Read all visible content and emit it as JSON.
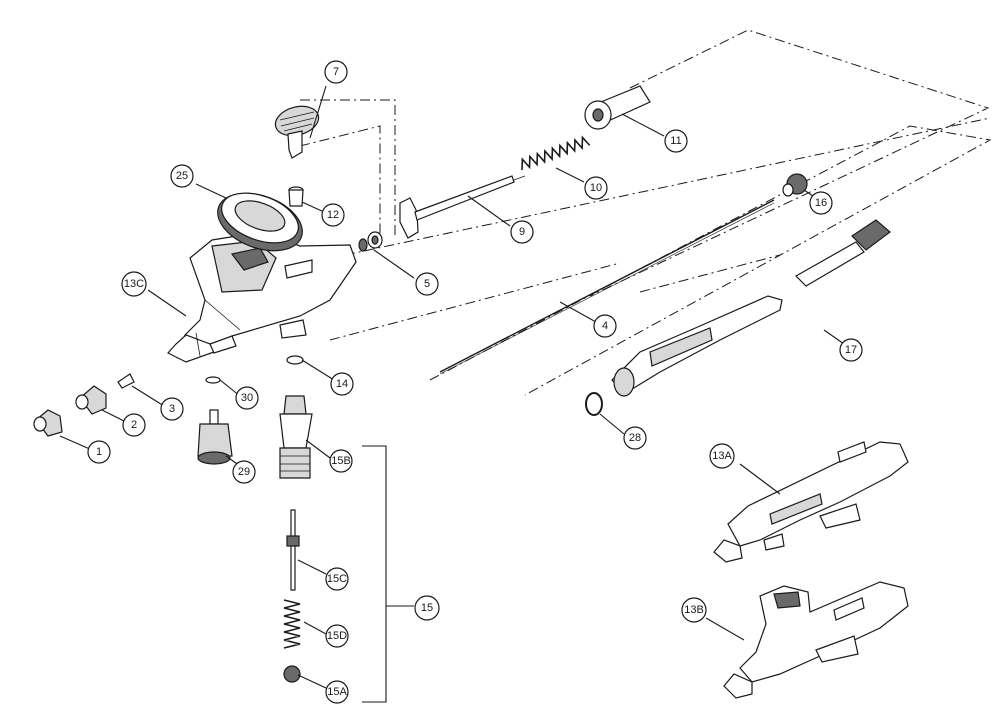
{
  "callouts": [
    {
      "id": "c1",
      "label": "1"
    },
    {
      "id": "c2",
      "label": "2"
    },
    {
      "id": "c3",
      "label": "3"
    },
    {
      "id": "c4",
      "label": "4"
    },
    {
      "id": "c5",
      "label": "5"
    },
    {
      "id": "c7",
      "label": "7"
    },
    {
      "id": "c9",
      "label": "9"
    },
    {
      "id": "c10",
      "label": "10"
    },
    {
      "id": "c11",
      "label": "11"
    },
    {
      "id": "c12",
      "label": "12"
    },
    {
      "id": "c13a",
      "label": "13A"
    },
    {
      "id": "c13b",
      "label": "13B"
    },
    {
      "id": "c13c",
      "label": "13C"
    },
    {
      "id": "c14",
      "label": "14"
    },
    {
      "id": "c15",
      "label": "15"
    },
    {
      "id": "c15a",
      "label": "15A"
    },
    {
      "id": "c15b",
      "label": "15B"
    },
    {
      "id": "c15c",
      "label": "15C"
    },
    {
      "id": "c15d",
      "label": "15D"
    },
    {
      "id": "c16",
      "label": "16"
    },
    {
      "id": "c17",
      "label": "17"
    },
    {
      "id": "c25",
      "label": "25"
    },
    {
      "id": "c28",
      "label": "28"
    },
    {
      "id": "c29",
      "label": "29"
    },
    {
      "id": "c30",
      "label": "30"
    }
  ]
}
